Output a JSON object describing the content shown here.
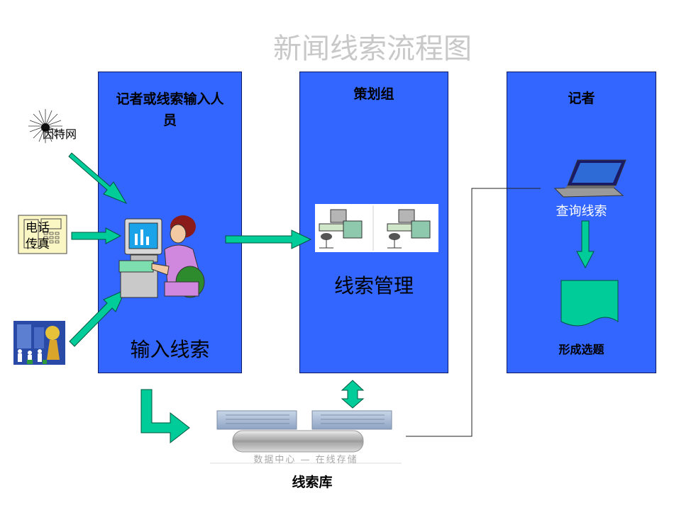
{
  "title": "新闻线索流程图",
  "sources": {
    "internet": "因特网",
    "phone": "电话",
    "fax": "传真"
  },
  "panels": {
    "reporter_input": {
      "title": "记者或线索输入人员",
      "action": "输入线索"
    },
    "planning": {
      "title": "策划组",
      "action": "线索管理"
    },
    "reporter": {
      "title": "记者",
      "query": "查询线索",
      "result": "形成选题"
    }
  },
  "database": {
    "label": "线索库",
    "caption": "数据中心 — 在线存储"
  },
  "colors": {
    "panel": "#3366ff",
    "arrow": "#00cc99",
    "title": "#c8c8c8"
  }
}
